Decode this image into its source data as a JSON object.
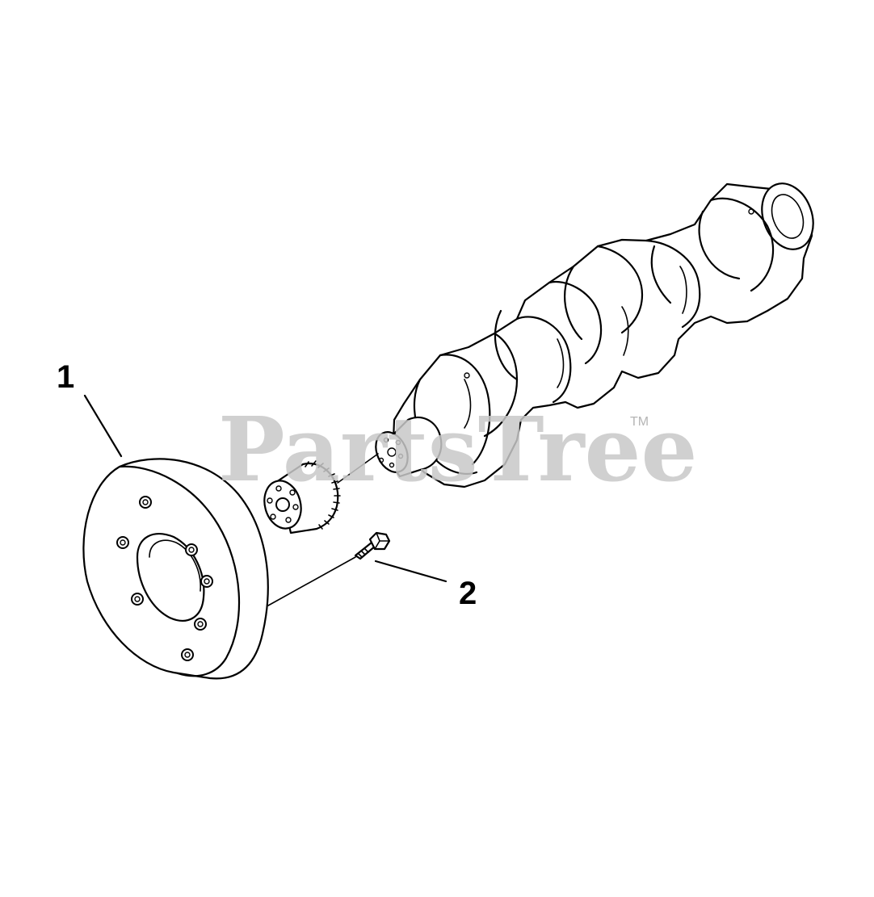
{
  "callouts": {
    "pulley": "1",
    "bolt": "2"
  },
  "watermark": {
    "text": "PartsTree",
    "trademark": "TM"
  },
  "colors": {
    "line": "#000000",
    "background": "#ffffff",
    "watermark": "#c8c8c8"
  }
}
